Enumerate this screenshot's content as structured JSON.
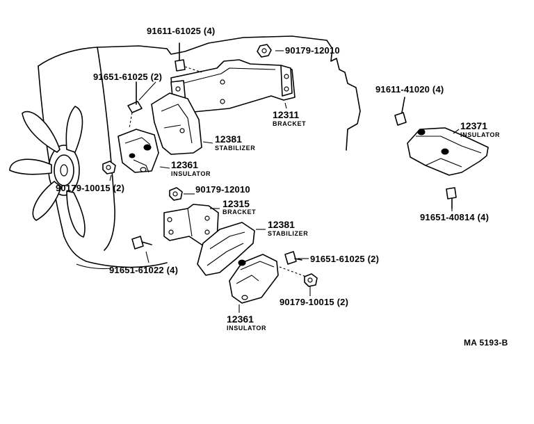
{
  "diagram": {
    "code": "MA 5193-B",
    "labels": {
      "p_91611_61025": "91611-61025 (4)",
      "p_90179_12010_top": "90179-12010",
      "p_91651_61025_top": "91651-61025 (2)",
      "p_12311_num": "12311",
      "p_12311_name": "BRACKET",
      "p_12381_top_num": "12381",
      "p_12381_top_name": "STABILIZER",
      "p_12361_top_num": "12361",
      "p_12361_top_name": "INSULATOR",
      "p_90179_10015_left": "90179-10015 (2)",
      "p_90179_12010_mid": "90179-12010",
      "p_12315_num": "12315",
      "p_12315_name": "BRACKET",
      "p_12381_bot_num": "12381",
      "p_12381_bot_name": "STABILIZER",
      "p_91651_61022": "91651-61022 (4)",
      "p_91651_61025_bot": "91651-61025 (2)",
      "p_90179_10015_bot": "90179-10015 (2)",
      "p_12361_bot_num": "12361",
      "p_12361_bot_name": "INSULATOR",
      "p_91611_41020": "91611-41020 (4)",
      "p_12371_num": "12371",
      "p_12371_name": "INSULATOR",
      "p_91651_40814": "91651-40814 (4)"
    }
  }
}
